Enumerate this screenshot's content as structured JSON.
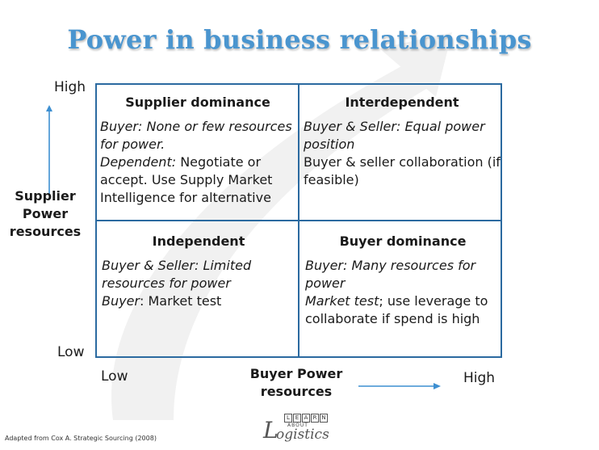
{
  "title": "Power in business relationships",
  "y_axis": {
    "high": "High",
    "low": "Low",
    "title": [
      "Supplier",
      "Power",
      "resources"
    ]
  },
  "x_axis": {
    "low": "Low",
    "high": "High",
    "title": [
      "Buyer Power",
      "resources"
    ]
  },
  "quadrants": {
    "top_left": {
      "heading": "Supplier dominance",
      "italic_1": "Buyer: None or few resources for power.",
      "italic_2": "Dependent:",
      "text_2": " Negotiate or accept. Use Supply Market Intelligence for alternative"
    },
    "top_right": {
      "heading": "Interdependent",
      "italic_1": "Buyer & Seller: Equal power position",
      "text_1": "Buyer & seller collaboration (if feasible)"
    },
    "bottom_left": {
      "heading": "Independent",
      "italic_1": "Buyer & Seller: Limited resources for power",
      "italic_2": "Buyer",
      "text_2": ": Market test"
    },
    "bottom_right": {
      "heading": "Buyer dominance",
      "italic_1": "Buyer: Many resources for power",
      "italic_2": "Market test",
      "text_2": "; use leverage to collaborate if spend is high"
    }
  },
  "credit": "Adapted from Cox A. Strategic Sourcing (2008)",
  "logo": {
    "letters": [
      "L",
      "E",
      "A",
      "R",
      "N"
    ],
    "about": "ABOUT",
    "word": "ogistics",
    "initial": "L"
  },
  "colors": {
    "title": "#4a95cf",
    "grid": "#2b6aa0",
    "arrow": "#3d8fd1"
  }
}
